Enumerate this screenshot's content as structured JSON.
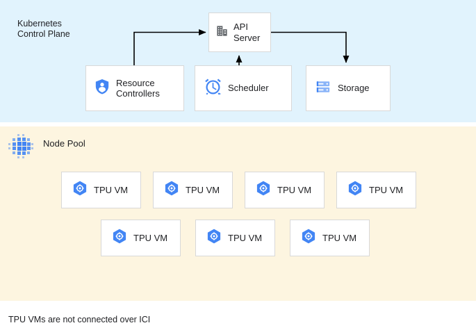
{
  "control_plane": {
    "title": "Kubernetes\nControl Plane",
    "background_color": "#e1f3fd",
    "nodes": [
      {
        "id": "api-server",
        "label": "API\nServer",
        "icon": "building-icon"
      },
      {
        "id": "resource-controllers",
        "label": "Resource\nControllers",
        "icon": "shield-person-icon"
      },
      {
        "id": "scheduler",
        "label": "Scheduler",
        "icon": "alarm-clock-icon"
      },
      {
        "id": "storage",
        "label": "Storage",
        "icon": "server-rack-icon"
      }
    ],
    "connectors": [
      {
        "from": "resource-controllers",
        "to": "api-server",
        "direction": "right"
      },
      {
        "from": "scheduler",
        "to": "api-server",
        "direction": "up"
      },
      {
        "from": "api-server",
        "to": "storage",
        "direction": "down"
      }
    ]
  },
  "node_pool": {
    "title": "Node Pool",
    "icon": "node-pool-dots-icon",
    "background_color": "#fdf5e0",
    "rows": [
      {
        "vms": [
          {
            "label": "TPU VM",
            "icon": "tpu-hexagon-icon"
          },
          {
            "label": "TPU VM",
            "icon": "tpu-hexagon-icon"
          },
          {
            "label": "TPU VM",
            "icon": "tpu-hexagon-icon"
          },
          {
            "label": "TPU VM",
            "icon": "tpu-hexagon-icon"
          }
        ]
      },
      {
        "vms": [
          {
            "label": "TPU VM",
            "icon": "tpu-hexagon-icon"
          },
          {
            "label": "TPU VM",
            "icon": "tpu-hexagon-icon"
          },
          {
            "label": "TPU VM",
            "icon": "tpu-hexagon-icon"
          }
        ]
      }
    ]
  },
  "caption": "TPU VMs are not connected over ICI",
  "colors": {
    "accent_blue": "#4285f4",
    "icon_gray": "#5f6368",
    "text": "#202124",
    "box_border": "#d8d8d8",
    "connector": "#000000"
  }
}
